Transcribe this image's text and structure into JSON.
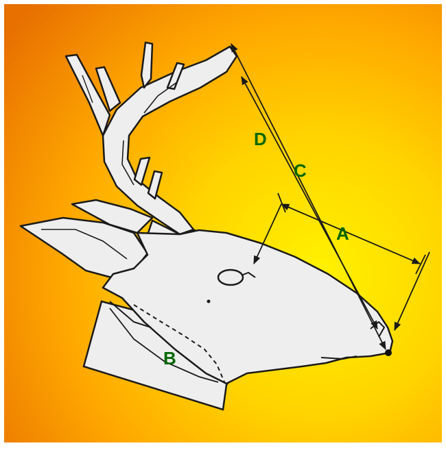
{
  "diagram": {
    "labels": {
      "a": "A",
      "b": "B",
      "c": "C",
      "d": "D"
    },
    "colors": {
      "background_edge": "#ffffff",
      "gradient_center": "#fff200",
      "gradient_mid": "#ffc600",
      "gradient_outer": "#ff9400",
      "gradient_corner": "#f07800",
      "head_fill": "#eeeeee",
      "outline": "#1a1a1a",
      "label": "#006600"
    }
  }
}
